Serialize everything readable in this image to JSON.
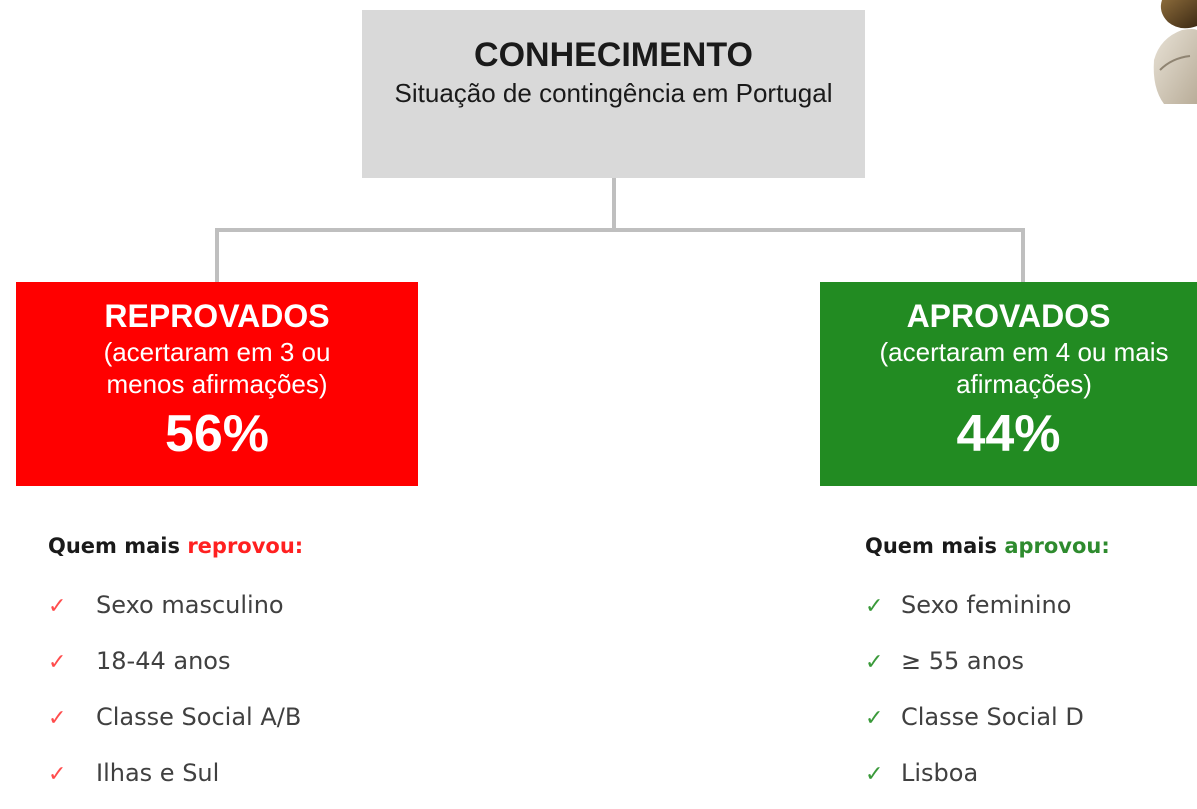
{
  "root": {
    "title": "CONHECIMENTO",
    "subtitle": "Situação de contingência em Portugal"
  },
  "left": {
    "name": "REPROVADOS",
    "desc": "(acertaram em 3 ou menos afirmações)",
    "pct": "56%",
    "color": "#ff0000",
    "heading_prefix": "Quem mais",
    "heading_keyword": "reprovou:",
    "items": [
      "Sexo masculino",
      "18-44 anos",
      "Classe Social A/B",
      "Ilhas e Sul"
    ]
  },
  "right": {
    "name": "APROVADOS",
    "desc": "(acertaram em 4 ou mais afirmações)",
    "pct": "44%",
    "color": "#228b22",
    "heading_prefix": "Quem mais",
    "heading_keyword": "aprovou:",
    "items": [
      "Sexo feminino",
      "≥ 55 anos",
      "Classe Social D",
      "Lisboa"
    ]
  },
  "check_glyph": "✓"
}
